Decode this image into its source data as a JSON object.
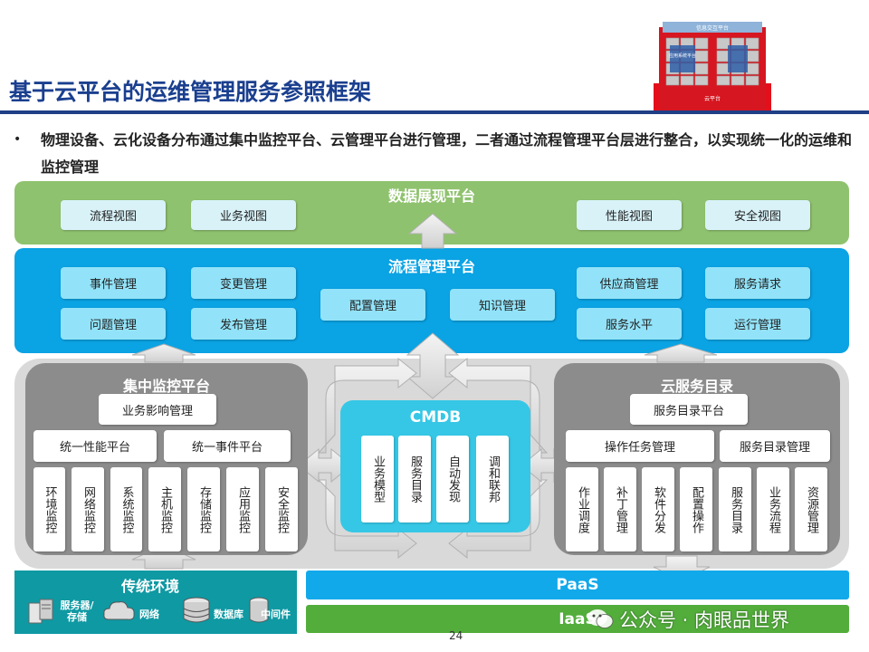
{
  "title": "基于云平台的运维管理服务参照框架",
  "bullet": "物理设备、云化设备分布通过集中监控平台、云管理平台进行管理，二者通过流程管理平台层进行整合，以实现统一化的运维和监控管理",
  "thumbnail": {
    "top_label": "信息交互平台",
    "left_label": "应用系统平台",
    "bottom_label": "云平台"
  },
  "data_platform": {
    "title": "数据展现平台",
    "items": [
      "流程视图",
      "业务视图",
      "性能视图",
      "安全视图"
    ]
  },
  "process_platform": {
    "title": "流程管理平台",
    "left": [
      "事件管理",
      "变更管理",
      "问题管理",
      "发布管理"
    ],
    "middle": [
      "配置管理",
      "知识管理"
    ],
    "right": [
      "供应商管理",
      "服务请求",
      "服务水平",
      "运行管理"
    ]
  },
  "monitor_platform": {
    "title": "集中监控平台",
    "impact": "业务影响管理",
    "perf": "统一性能平台",
    "event": "统一事件平台",
    "columns": [
      "环境监控",
      "网络监控",
      "系统监控",
      "主机监控",
      "存储监控",
      "应用监控",
      "安全监控"
    ]
  },
  "cmdb": {
    "title": "CMDB",
    "columns": [
      "业务模型",
      "服务目录",
      "自动发现",
      "调和联邦"
    ]
  },
  "cloud_catalog": {
    "title": "云服务目录",
    "platform": "服务目录平台",
    "ops": "操作任务管理",
    "catalog_mgmt": "服务目录管理",
    "columns": [
      "作业调度",
      "补丁管理",
      "软件分发",
      "配置操作",
      "服务目录",
      "业务流程",
      "资源管理"
    ]
  },
  "traditional": {
    "title": "传统环境",
    "items": [
      {
        "icon": "server-icon",
        "label": "服务器/存储"
      },
      {
        "icon": "network-cloud-icon",
        "label": "网络"
      },
      {
        "icon": "database-icon",
        "label": "数据库"
      },
      {
        "icon": "middleware-icon",
        "label": "中间件"
      }
    ]
  },
  "paas": "PaaS",
  "iaas": "IaaS",
  "watermark": "公众号 · 肉眼品世界",
  "page_number": "24",
  "colors": {
    "green": "#8fc26e",
    "blue": "#0aa3e4",
    "grey": "#a6a6a6",
    "teal": "#0f99a3",
    "cmdb": "#36c7e6",
    "paas": "#12a9ea",
    "iaas": "#52ad3b",
    "title": "#1a3f8f"
  }
}
